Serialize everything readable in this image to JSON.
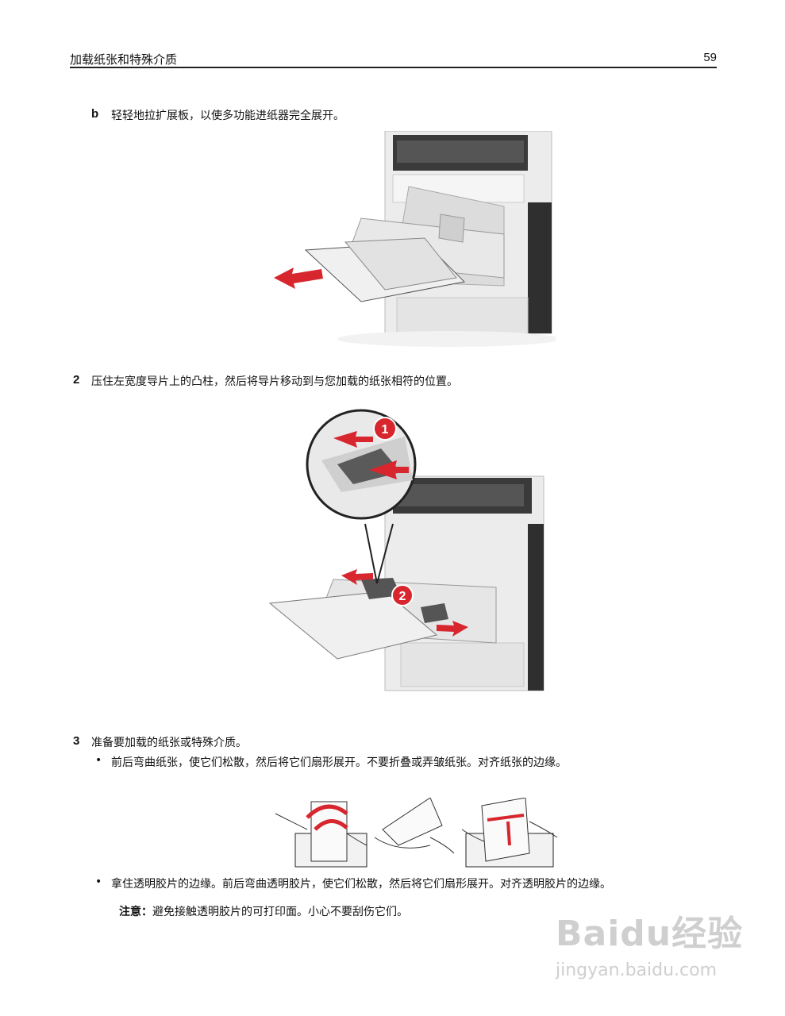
{
  "header": {
    "title": "加载纸张和特殊介质",
    "page_number": "59"
  },
  "step_b": {
    "label": "b",
    "text": "轻轻地拉扩展板，以使多功能进纸器完全展开。"
  },
  "step_2": {
    "label": "2",
    "text": "压住左宽度导片上的凸柱，然后将导片移动到与您加载的纸张相符的位置。"
  },
  "figure2_callouts": {
    "one": "1",
    "two": "2"
  },
  "step_3": {
    "label": "3",
    "text": "准备要加载的纸张或特殊介质。",
    "bullets": [
      {
        "symbol": "•",
        "text": "前后弯曲纸张，使它们松散，然后将它们扇形展开。不要折叠或弄皱纸张。对齐纸张的边缘。"
      },
      {
        "symbol": "•",
        "text": "拿住透明胶片的边缘。前后弯曲透明胶片，使它们松散，然后将它们扇形展开。对齐透明胶片的边缘。"
      }
    ],
    "note": {
      "label": "注意：",
      "text": "避免接触透明胶片的可打印面。小心不要刮伤它们。"
    }
  },
  "watermark": {
    "main": "Baidu经验",
    "sub": "jingyan.baidu.com"
  },
  "colors": {
    "accent_red": "#d7262e",
    "printer_gray": "#d8d8d8",
    "printer_dark": "#3a3a3a"
  }
}
